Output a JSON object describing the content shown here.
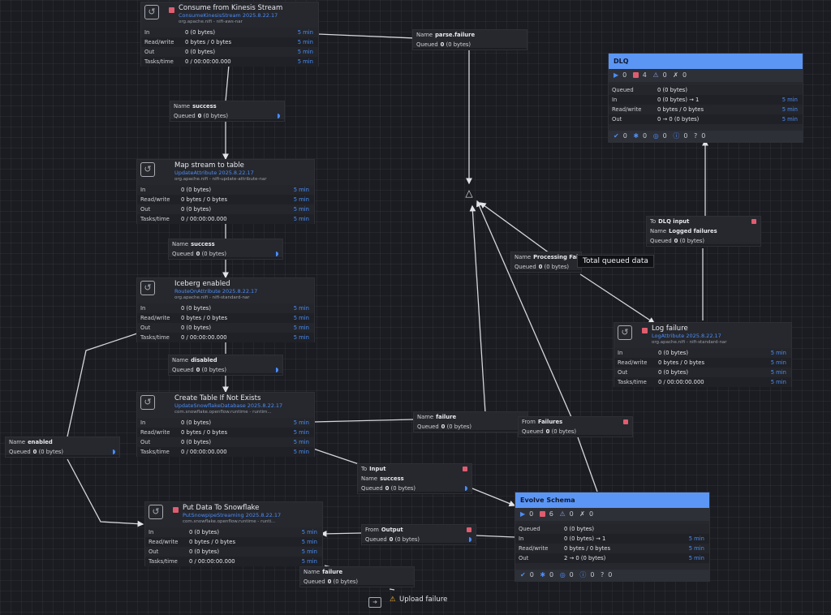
{
  "processors": {
    "kinesis": {
      "name": "Consume from Kinesis Stream",
      "type": "ConsumeKinesisStream 2025.8.22.17",
      "bundle": "org.apache.nifi - nifi-aws-nar",
      "stats": [
        [
          "In",
          "0 (0 bytes)",
          "5 min"
        ],
        [
          "Read/write",
          "0 bytes / 0 bytes",
          "5 min"
        ],
        [
          "Out",
          "0 (0 bytes)",
          "5 min"
        ],
        [
          "Tasks/time",
          "0 / 00:00:00.000",
          "5 min"
        ]
      ]
    },
    "map": {
      "name": "Map stream to table",
      "type": "UpdateAttribute 2025.8.22.17",
      "bundle": "org.apache.nifi - nifi-update-attribute-nar",
      "stats": [
        [
          "In",
          "0 (0 bytes)",
          "5 min"
        ],
        [
          "Read/write",
          "0 bytes / 0 bytes",
          "5 min"
        ],
        [
          "Out",
          "0 (0 bytes)",
          "5 min"
        ],
        [
          "Tasks/time",
          "0 / 00:00:00.000",
          "5 min"
        ]
      ]
    },
    "iceberg": {
      "name": "Iceberg enabled",
      "type": "RouteOnAttribute 2025.8.22.17",
      "bundle": "org.apache.nifi - nifi-standard-nar",
      "stats": [
        [
          "In",
          "0 (0 bytes)",
          "5 min"
        ],
        [
          "Read/write",
          "0 bytes / 0 bytes",
          "5 min"
        ],
        [
          "Out",
          "0 (0 bytes)",
          "5 min"
        ],
        [
          "Tasks/time",
          "0 / 00:00:00.000",
          "5 min"
        ]
      ]
    },
    "create": {
      "name": "Create Table If Not Exists",
      "type": "UpdateSnowflakeDatabase 2025.8.22.17",
      "bundle": "com.snowflake.openflow.runtime - runtim...",
      "stats": [
        [
          "In",
          "0 (0 bytes)",
          "5 min"
        ],
        [
          "Read/write",
          "0 bytes / 0 bytes",
          "5 min"
        ],
        [
          "Out",
          "0 (0 bytes)",
          "5 min"
        ],
        [
          "Tasks/time",
          "0 / 00:00:00.000",
          "5 min"
        ]
      ]
    },
    "put": {
      "name": "Put Data To Snowflake",
      "type": "PutSnowpipeStreaming 2025.8.22.17",
      "bundle": "com.snowflake.openflow.runtime - runti...",
      "stats": [
        [
          "In",
          "0 (0 bytes)",
          "5 min"
        ],
        [
          "Read/write",
          "0 bytes / 0 bytes",
          "5 min"
        ],
        [
          "Out",
          "0 (0 bytes)",
          "5 min"
        ],
        [
          "Tasks/time",
          "0 / 00:00:00.000",
          "5 min"
        ]
      ]
    },
    "log": {
      "name": "Log failure",
      "type": "LogAttribute 2025.8.22.17",
      "bundle": "org.apache.nifi - nifi-standard-nar",
      "stats": [
        [
          "In",
          "0 (0 bytes)",
          "5 min"
        ],
        [
          "Read/write",
          "0 bytes / 0 bytes",
          "5 min"
        ],
        [
          "Out",
          "0 (0 bytes)",
          "5 min"
        ],
        [
          "Tasks/time",
          "0 / 00:00:00.000",
          "5 min"
        ]
      ]
    }
  },
  "connections": {
    "parse_failure": {
      "name_label": "Name",
      "name": "parse.failure",
      "queued_label": "Queued",
      "queued": "0",
      "queued_bytes": "(0 bytes)"
    },
    "success1": {
      "name_label": "Name",
      "name": "success",
      "queued_label": "Queued",
      "queued": "0",
      "queued_bytes": "(0 bytes)"
    },
    "success2": {
      "name_label": "Name",
      "name": "success",
      "queued_label": "Queued",
      "queued": "0",
      "queued_bytes": "(0 bytes)"
    },
    "disabled": {
      "name_label": "Name",
      "name": "disabled",
      "queued_label": "Queued",
      "queued": "0",
      "queued_bytes": "(0 bytes)"
    },
    "enabled": {
      "name_label": "Name",
      "name": "enabled",
      "queued_label": "Queued",
      "queued": "0",
      "queued_bytes": "(0 bytes)"
    },
    "failure_create": {
      "name_label": "Name",
      "name": "failure",
      "queued_label": "Queued",
      "queued": "0",
      "queued_bytes": "(0 bytes)"
    },
    "processing_fail": {
      "name_label": "Name",
      "name": "Processing Fai",
      "queued_label": "Queued",
      "queued": "0",
      "queued_bytes": "(0 bytes)"
    },
    "dlq_input": {
      "to_label": "To",
      "to": "DLQ input",
      "name_label": "Name",
      "name": "Logged failures",
      "queued_label": "Queued",
      "queued": "0",
      "queued_bytes": "(0 bytes)"
    },
    "from_failures": {
      "from_label": "From",
      "from": "Failures",
      "queued_label": "Queued",
      "queued": "0",
      "queued_bytes": "(0 bytes)"
    },
    "to_input": {
      "to_label": "To",
      "to": "Input",
      "name_label": "Name",
      "name": "success",
      "queued_label": "Queued",
      "queued": "0",
      "queued_bytes": "(0 bytes)"
    },
    "from_output": {
      "from_label": "From",
      "from": "Output",
      "queued_label": "Queued",
      "queued": "0",
      "queued_bytes": "(0 bytes)"
    },
    "failure_put": {
      "name_label": "Name",
      "name": "failure",
      "queued_label": "Queued",
      "queued": "0",
      "queued_bytes": "(0 bytes)"
    }
  },
  "groups": {
    "dlq": {
      "name": "DLQ",
      "running": "0",
      "stopped": "4",
      "invalid": "0",
      "disabled": "0",
      "stats": [
        [
          "Queued",
          "0 (0 bytes)",
          ""
        ],
        [
          "In",
          "0 (0 bytes) → 1",
          "5 min"
        ],
        [
          "Read/write",
          "0 bytes / 0 bytes",
          "5 min"
        ],
        [
          "Out",
          "0 → 0 (0 bytes)",
          "5 min"
        ]
      ],
      "up_to_date": "0",
      "modified": "0",
      "stale": "0",
      "errors": "0",
      "unknown": "0"
    },
    "evolve": {
      "name": "Evolve Schema",
      "running": "0",
      "stopped": "6",
      "invalid": "0",
      "disabled": "0",
      "stats": [
        [
          "Queued",
          "0 (0 bytes)",
          ""
        ],
        [
          "In",
          "0 (0 bytes) → 1",
          "5 min"
        ],
        [
          "Read/write",
          "0 bytes / 0 bytes",
          "5 min"
        ],
        [
          "Out",
          "2 → 0 (0 bytes)",
          "5 min"
        ]
      ],
      "up_to_date": "0",
      "modified": "0",
      "stale": "0",
      "errors": "0",
      "unknown": "0"
    }
  },
  "tooltip": "Total queued data",
  "output_port": {
    "name": "Upload failure"
  },
  "colors": {
    "accent": "#4c8df6",
    "stopped": "#e05d6f",
    "group_header": "#5b96f5",
    "warning": "#f2b233"
  }
}
